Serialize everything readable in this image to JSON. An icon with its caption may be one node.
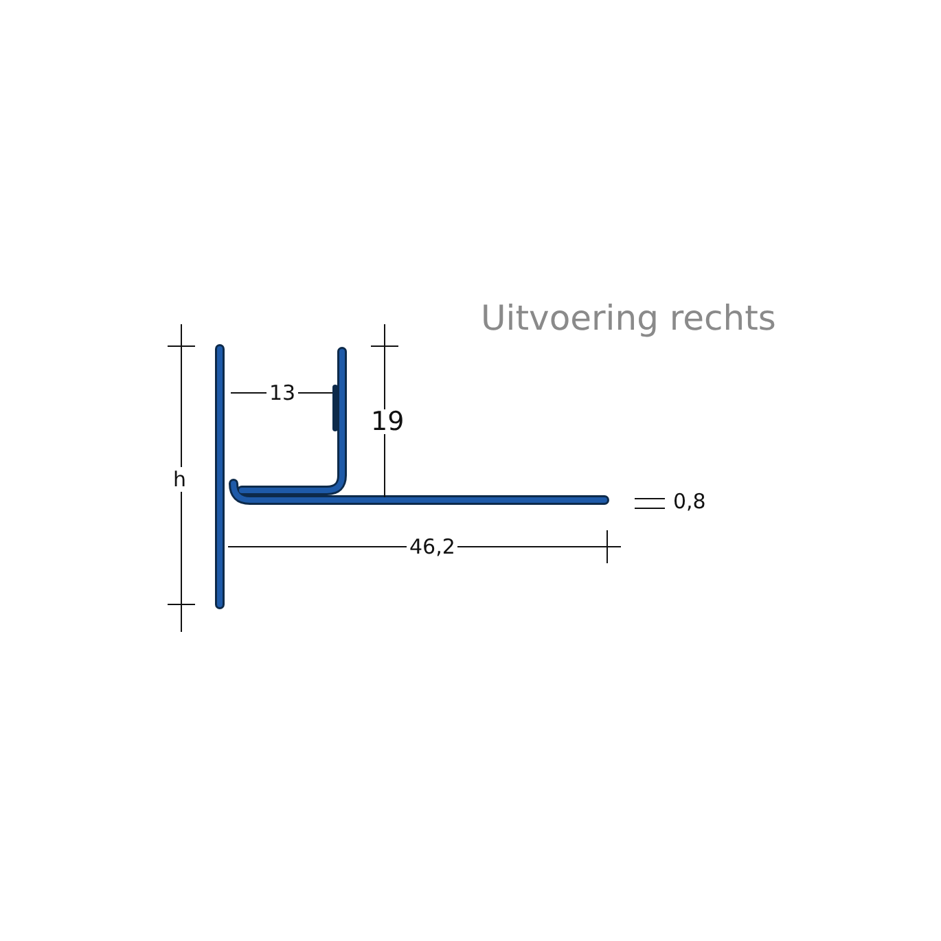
{
  "diagram": {
    "title": "Uitvoering rechts",
    "labels": [
      "13",
      "19",
      "h",
      "0,8",
      "46,2"
    ]
  }
}
